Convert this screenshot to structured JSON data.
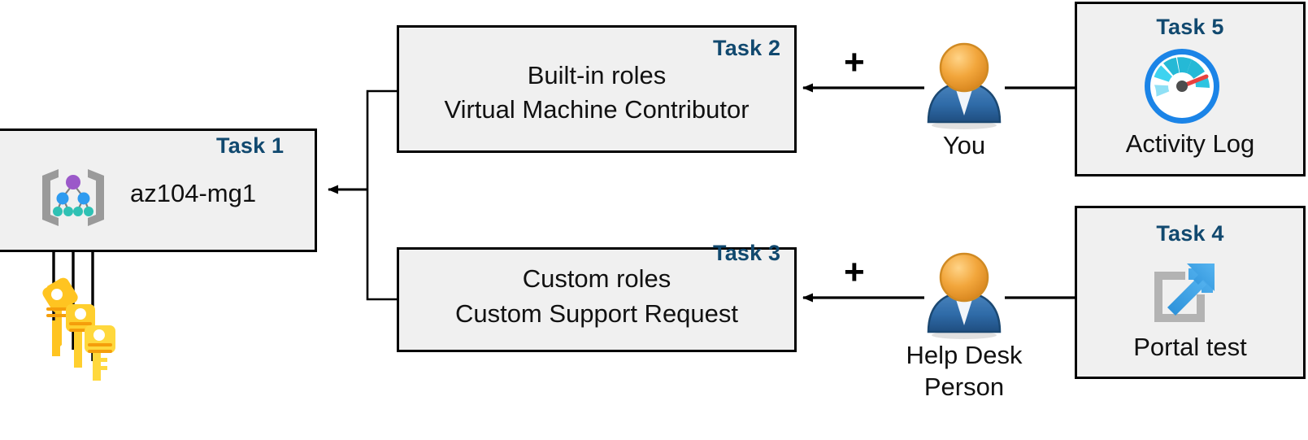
{
  "diagram": {
    "title": "Azure role-based access control lab tasks",
    "background": "#ffffff",
    "box_fill": "#f0f0f0",
    "box_stroke": "#000000",
    "task_label_color": "#11496f",
    "text_color": "#111111"
  },
  "nodes": {
    "task1": {
      "task_label": "Task 1",
      "text": "az104-mg1",
      "icon": "management-group-icon"
    },
    "task2": {
      "task_label": "Task 2",
      "line1": "Built-in roles",
      "line2": "Virtual Machine Contributor"
    },
    "task3": {
      "task_label": "Task 3",
      "line1": "Custom roles",
      "line2": "Custom Support Request"
    },
    "task4": {
      "task_label": "Task 4",
      "caption": "Portal test",
      "icon": "external-link-icon"
    },
    "task5": {
      "task_label": "Task 5",
      "caption": "Activity Log",
      "icon": "gauge-icon"
    },
    "user_you": {
      "caption": "You",
      "icon": "person-icon"
    },
    "user_helpdesk": {
      "caption_line1": "Help Desk",
      "caption_line2": "Person",
      "icon": "person-icon"
    },
    "keys": {
      "icon": "keys-icon",
      "count": 3
    }
  },
  "operators": {
    "plus_top": "+",
    "plus_bottom": "+"
  },
  "colors": {
    "mg_root_node": "#9b59c9",
    "mg_mid_node": "#2e9bf0",
    "mg_leaf_node": "#2fc1b4",
    "mg_bracket": "#9a9a9a",
    "person_head": "#eda033",
    "person_body": "#2f6ba8",
    "gauge_ring": "#1b84e7",
    "gauge_needle": "#e8423f",
    "gauge_seg_dark": "#25b9d6",
    "gauge_seg_light": "#8fe0f5",
    "portal_arrow": "#3ca2e8",
    "portal_frame": "#b3b3b3",
    "key_body": "#ffc421",
    "key_body_alt": "#ffd83d",
    "arrow_stroke": "#000000"
  }
}
